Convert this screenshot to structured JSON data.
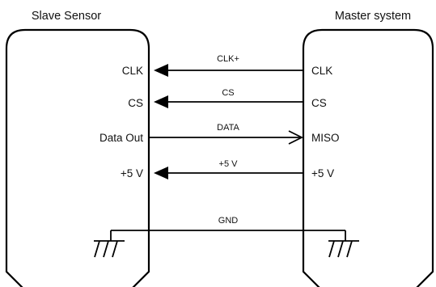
{
  "slave": {
    "title": "Slave Sensor",
    "pins": [
      "CLK",
      "CS",
      "Data Out",
      "+5 V"
    ]
  },
  "master": {
    "title": "Master system",
    "pins": [
      "CLK",
      "CS",
      "MISO",
      "+5 V"
    ]
  },
  "signals": {
    "clk": "CLK+",
    "cs": "CS",
    "data": "DATA",
    "power": "+5 V",
    "gnd": "GND"
  }
}
